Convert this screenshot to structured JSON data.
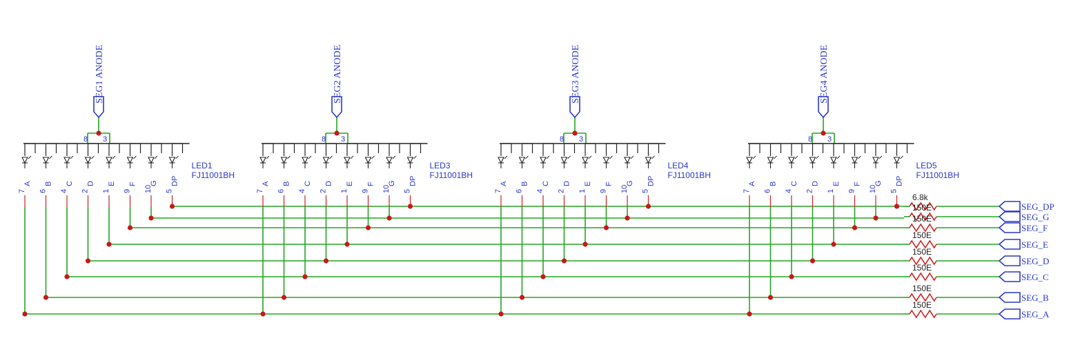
{
  "colors": {
    "wire": "#22a522",
    "junction": "#c81818",
    "symbol": "#2a37c9",
    "resistor": "#cc2020",
    "part": "#222222"
  },
  "anode_labels": [
    "SEG1 ANODE",
    "SEG2 ANODE",
    "SEG3 ANODE",
    "SEG4 ANODE"
  ],
  "leds": [
    {
      "ref": "LED1",
      "part": "FJ11001BH"
    },
    {
      "ref": "LED3",
      "part": "FJ11001BH"
    },
    {
      "ref": "LED4",
      "part": "FJ11001BH"
    },
    {
      "ref": "LED5",
      "part": "FJ11001BH"
    }
  ],
  "common_pins": [
    "8",
    "3"
  ],
  "segment_pins": [
    {
      "num": "7",
      "seg": "A"
    },
    {
      "num": "6",
      "seg": "B"
    },
    {
      "num": "4",
      "seg": "C"
    },
    {
      "num": "2",
      "seg": "D"
    },
    {
      "num": "1",
      "seg": "E"
    },
    {
      "num": "9",
      "seg": "F"
    },
    {
      "num": "10",
      "seg": "G"
    },
    {
      "num": "5",
      "seg": "DP"
    }
  ],
  "ports": [
    "SEG_DP",
    "SEG_G",
    "SEG_F",
    "SEG_E",
    "SEG_D",
    "SEG_C",
    "SEG_B",
    "SEG_A"
  ],
  "resistors": [
    "6.8k",
    "150E",
    "150E",
    "150E",
    "150E",
    "150E",
    "150E",
    "150E"
  ]
}
